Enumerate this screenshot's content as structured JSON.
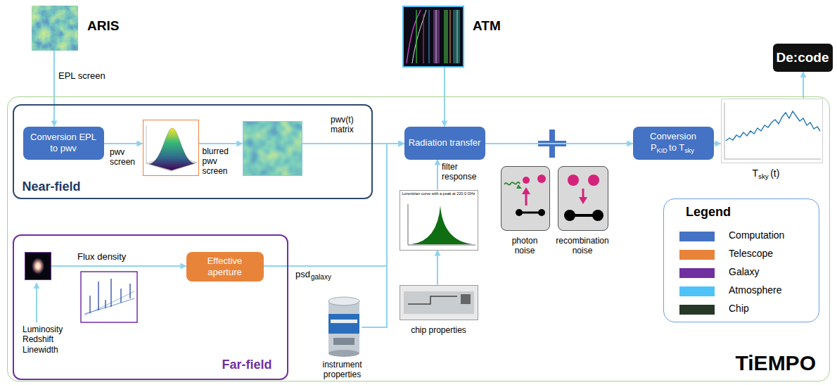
{
  "diagram": {
    "nodes": [
      {
        "text": [
          "TiEMPO"
        ]
      },
      {
        "text": [
          "ARIS"
        ]
      },
      {
        "text": [
          "ATM"
        ]
      },
      {
        "text": [
          "De:code"
        ]
      },
      {
        "text": [
          "Near-field"
        ],
        "in": 0
      },
      {
        "text": [
          "Conversion EPL to pwv"
        ],
        "in": 4
      },
      {
        "text": [
          "pwv screen"
        ],
        "in": 4
      },
      {
        "text": [
          "blurred pwv screen"
        ],
        "in": 4
      },
      {
        "text": [
          "Radiation transfer"
        ],
        "in": 0
      },
      {
        "text": [
          "Far-field"
        ],
        "in": 0
      },
      {
        "text": [
          "Luminosity Redshift Linewidth"
        ],
        "in": 9
      },
      {
        "text": [
          "Effective aperture"
        ],
        "in": 9
      },
      {
        "text": [
          "Lorentzian curve with a peak at 220.0 GHz"
        ],
        "in": 0
      },
      {
        "text": [
          "chip properties"
        ],
        "in": 0
      },
      {
        "text": [
          "instrument properties"
        ],
        "in": 0
      },
      {
        "text": [
          "photon noise"
        ],
        "in": 0
      },
      {
        "text": [
          "recombination noise"
        ],
        "in": 0
      },
      {
        "text": [
          "Conversion P",
          "KID",
          "to T",
          "sky"
        ],
        "in": 0
      },
      {
        "text": [
          "T",
          "sky",
          "(t)"
        ],
        "in": 0
      },
      {
        "text": [
          "Legend"
        ],
        "in": 0
      }
    ],
    "edges": [
      {
        "from": 1,
        "to": 5,
        "label": "EPL screen",
        "arrow": "to"
      },
      {
        "from": 5,
        "to": 6,
        "arrow": "to"
      },
      {
        "from": 6,
        "to": 7,
        "arrow": "to"
      },
      {
        "from": 7,
        "to": 8,
        "label": "pwv(t) matrix",
        "arrow": "to"
      },
      {
        "from": 2,
        "to": 8,
        "arrow": "to"
      },
      {
        "from": 10,
        "to": 11,
        "label": "Flux density",
        "arrow": "to"
      },
      {
        "from": 11,
        "to": 8,
        "label": "psd",
        "arrow": "to"
      },
      {
        "from": 14,
        "to": 8,
        "arrow": "to"
      },
      {
        "from": 12,
        "to": 8,
        "label": "filter response",
        "arrow": "to"
      },
      {
        "from": 13,
        "to": 12,
        "arrow": "to"
      },
      {
        "from": 8,
        "to": 17,
        "arrow": "to"
      },
      {
        "from": 17,
        "to": 18,
        "arrow": "to"
      },
      {
        "from": 18,
        "to": 3,
        "arrow": "to"
      }
    ],
    "labels": [
      "galaxy"
    ],
    "legend": [
      {
        "text": "Computation",
        "color": "#4472c4"
      },
      {
        "text": "Telescope",
        "color": "#e8833a"
      },
      {
        "text": "Galaxy",
        "color": "#7030a0"
      },
      {
        "text": "Atmosphere",
        "color": "#4fc3f7"
      },
      {
        "text": "Chip",
        "color": "#263826"
      }
    ]
  }
}
